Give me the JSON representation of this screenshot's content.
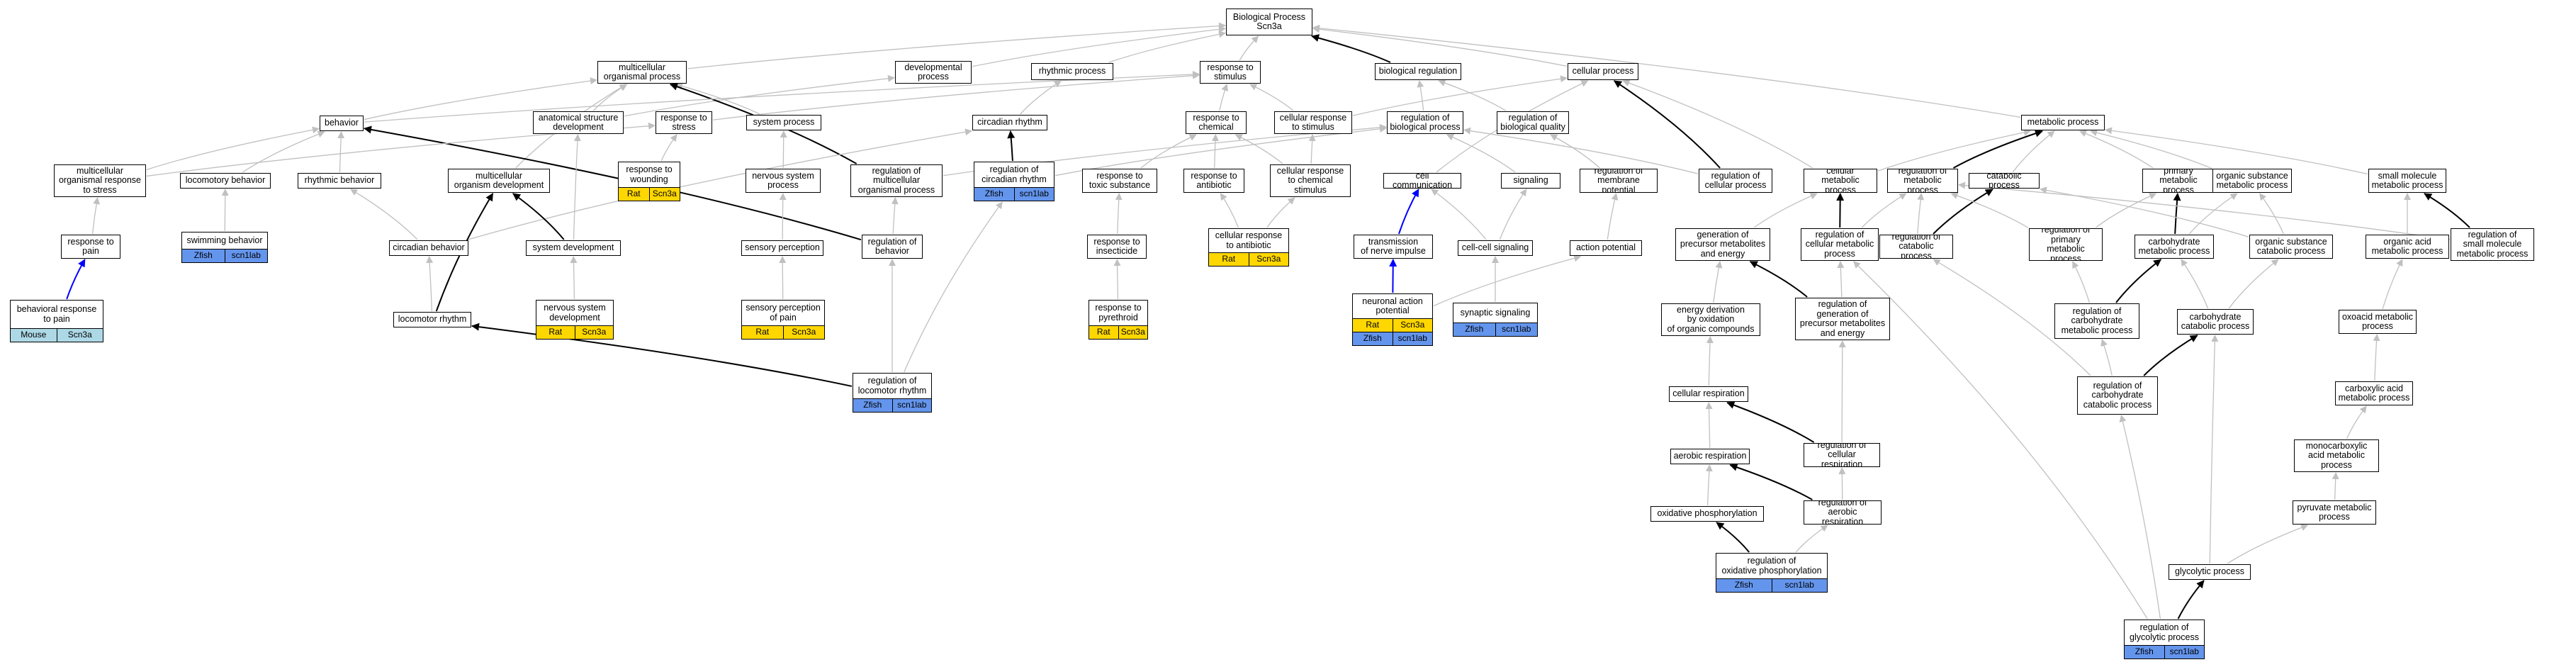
{
  "colors": {
    "edge_gray": "#c0c0c0",
    "edge_black": "#000000",
    "edge_blue": "#0000ff",
    "rat": "#ffd700",
    "zfish": "#6495ed",
    "mouse": "#add8e6"
  },
  "nodes": [
    {
      "id": "bp",
      "label": "Biological Process\nScn3a"
    },
    {
      "id": "mop",
      "label": "multicellular\norganismal process"
    },
    {
      "id": "dev",
      "label": "developmental\nprocess"
    },
    {
      "id": "rhy",
      "label": "rhythmic process"
    },
    {
      "id": "rts",
      "label": "response to\nstimulus"
    },
    {
      "id": "breg",
      "label": "biological regulation"
    },
    {
      "id": "cp",
      "label": "cellular process"
    },
    {
      "id": "beh",
      "label": "behavior"
    },
    {
      "id": "asd",
      "label": "anatomical structure\ndevelopment"
    },
    {
      "id": "rtstress",
      "label": "response to\nstress"
    },
    {
      "id": "sysp",
      "label": "system process"
    },
    {
      "id": "circ",
      "label": "circadian rhythm"
    },
    {
      "id": "rtc",
      "label": "response to\nchemical"
    },
    {
      "id": "crts",
      "label": "cellular response\nto stimulus"
    },
    {
      "id": "robp",
      "label": "regulation of\nbiological process"
    },
    {
      "id": "robq",
      "label": "regulation of\nbiological quality"
    },
    {
      "id": "metp",
      "label": "metabolic process"
    },
    {
      "id": "morts",
      "label": "multicellular\norganismal response\nto stress"
    },
    {
      "id": "lb",
      "label": "locomotory behavior"
    },
    {
      "id": "rb",
      "label": "rhythmic behavior"
    },
    {
      "id": "mod",
      "label": "multicellular\norganism development"
    },
    {
      "id": "rtw",
      "label": "response to\nwounding",
      "sp": "Rat",
      "gene": "Scn3a"
    },
    {
      "id": "nsp",
      "label": "nervous system\nprocess"
    },
    {
      "id": "romop",
      "label": "regulation of\nmulticellular\norganismal process"
    },
    {
      "id": "rocr",
      "label": "regulation of\ncircadian rhythm",
      "sp": "Zfish",
      "gene": "scn1lab"
    },
    {
      "id": "rtts",
      "label": "response to\ntoxic substance"
    },
    {
      "id": "rta",
      "label": "response to\nantibiotic"
    },
    {
      "id": "crtcs",
      "label": "cellular response\nto chemical\nstimulus"
    },
    {
      "id": "cc",
      "label": "cell communication"
    },
    {
      "id": "sig",
      "label": "signaling"
    },
    {
      "id": "romp",
      "label": "regulation of\nmembrane potential"
    },
    {
      "id": "rocp",
      "label": "regulation of\ncellular process"
    },
    {
      "id": "cmp",
      "label": "cellular metabolic\nprocess"
    },
    {
      "id": "rometp",
      "label": "regulation of\nmetabolic process"
    },
    {
      "id": "catp",
      "label": "catabolic process"
    },
    {
      "id": "pmp",
      "label": "primary metabolic\nprocess"
    },
    {
      "id": "osmp",
      "label": "organic substance\nmetabolic process"
    },
    {
      "id": "smmp",
      "label": "small molecule\nmetabolic process"
    },
    {
      "id": "rtp",
      "label": "response to\npain"
    },
    {
      "id": "swim",
      "label": "swimming behavior",
      "sp": "Zfish",
      "gene": "scn1lab"
    },
    {
      "id": "cb",
      "label": "circadian behavior"
    },
    {
      "id": "sysdev",
      "label": "system development"
    },
    {
      "id": "sp",
      "label": "sensory perception"
    },
    {
      "id": "rob",
      "label": "regulation of\nbehavior"
    },
    {
      "id": "rti",
      "label": "response to\ninsecticide"
    },
    {
      "id": "crta",
      "label": "cellular response\nto antibiotic",
      "sp": "Rat",
      "gene": "Scn3a"
    },
    {
      "id": "tni",
      "label": "transmission\nof nerve impulse"
    },
    {
      "id": "ccs",
      "label": "cell-cell signaling"
    },
    {
      "id": "ap",
      "label": "action potential"
    },
    {
      "id": "gpme",
      "label": "generation of\nprecursor metabolites\nand energy"
    },
    {
      "id": "rocmp",
      "label": "regulation of\ncellular metabolic\nprocess"
    },
    {
      "id": "rocatp",
      "label": "regulation of\ncatabolic process"
    },
    {
      "id": "ropmp",
      "label": "regulation of\nprimary metabolic\nprocess"
    },
    {
      "id": "chmp",
      "label": "carbohydrate\nmetabolic process"
    },
    {
      "id": "oscp",
      "label": "organic substance\ncatabolic process"
    },
    {
      "id": "oamp",
      "label": "organic acid\nmetabolic process"
    },
    {
      "id": "rosmmp",
      "label": "regulation of\nsmall molecule\nmetabolic process"
    },
    {
      "id": "brtp",
      "label": "behavioral response\nto pain",
      "sp": "Mouse",
      "gene": "Scn3a"
    },
    {
      "id": "nsd",
      "label": "nervous system\ndevelopment",
      "sp": "Rat",
      "gene": "Scn3a"
    },
    {
      "id": "spop",
      "label": "sensory perception\nof pain",
      "sp": "Rat",
      "gene": "Scn3a"
    },
    {
      "id": "rtpy",
      "label": "response to\npyrethroid",
      "sp": "Rat",
      "gene": "Scn3a"
    },
    {
      "id": "nap",
      "label": "neuronal action\npotential",
      "sp": "Rat",
      "gene": "Scn3a",
      "sp2": "Zfish",
      "gene2": "scn1lab"
    },
    {
      "id": "ss",
      "label": "synaptic signaling",
      "sp": "Zfish",
      "gene": "scn1lab"
    },
    {
      "id": "edoc",
      "label": "energy derivation\nby oxidation\nof organic compounds"
    },
    {
      "id": "rogpme",
      "label": "regulation of\ngeneration of\nprecursor metabolites\nand energy"
    },
    {
      "id": "rochmp",
      "label": "regulation of\ncarbohydrate\nmetabolic process"
    },
    {
      "id": "chcp",
      "label": "carbohydrate\ncatabolic process"
    },
    {
      "id": "oxmp",
      "label": "oxoacid metabolic\nprocess"
    },
    {
      "id": "lr",
      "label": "locomotor rhythm"
    },
    {
      "id": "rolr",
      "label": "regulation of\nlocomotor rhythm",
      "sp": "Zfish",
      "gene": "scn1lab"
    },
    {
      "id": "cr",
      "label": "cellular respiration"
    },
    {
      "id": "rochcp",
      "label": "regulation of\ncarbohydrate\ncatabolic process"
    },
    {
      "id": "cxmp",
      "label": "carboxylic acid\nmetabolic process"
    },
    {
      "id": "ar",
      "label": "aerobic respiration"
    },
    {
      "id": "rocr2",
      "label": "regulation of\ncellular respiration"
    },
    {
      "id": "mcmp",
      "label": "monocarboxylic\nacid metabolic\nprocess"
    },
    {
      "id": "op",
      "label": "oxidative phosphorylation"
    },
    {
      "id": "roar",
      "label": "regulation of\naerobic respiration"
    },
    {
      "id": "pyr",
      "label": "pyruvate metabolic\nprocess"
    },
    {
      "id": "roop",
      "label": "regulation of\noxidative phosphorylation",
      "sp": "Zfish",
      "gene": "scn1lab"
    },
    {
      "id": "glyc",
      "label": "glycolytic process"
    },
    {
      "id": "rogp",
      "label": "regulation of\nglycolytic process",
      "sp": "Zfish",
      "gene": "scn1lab"
    }
  ],
  "edges": [
    [
      "mop",
      "bp",
      "g"
    ],
    [
      "dev",
      "bp",
      "g"
    ],
    [
      "rhy",
      "bp",
      "g"
    ],
    [
      "rts",
      "bp",
      "g"
    ],
    [
      "breg",
      "bp",
      "b"
    ],
    [
      "cp",
      "bp",
      "g"
    ],
    [
      "metp",
      "bp",
      "g"
    ],
    [
      "beh",
      "mop",
      "g"
    ],
    [
      "asd",
      "mop",
      "g"
    ],
    [
      "asd",
      "dev",
      "g"
    ],
    [
      "sysp",
      "mop",
      "g"
    ],
    [
      "romop",
      "mop",
      "b"
    ],
    [
      "mod",
      "mop",
      "g"
    ],
    [
      "beh",
      "rts",
      "g"
    ],
    [
      "rtstress",
      "rts",
      "g"
    ],
    [
      "rtc",
      "rts",
      "g"
    ],
    [
      "crts",
      "rts",
      "g"
    ],
    [
      "crts",
      "cp",
      "g"
    ],
    [
      "circ",
      "rhy",
      "g"
    ],
    [
      "robp",
      "breg",
      "g"
    ],
    [
      "robq",
      "breg",
      "g"
    ],
    [
      "cc",
      "cp",
      "g"
    ],
    [
      "rocp",
      "cp",
      "b"
    ],
    [
      "cmp",
      "cp",
      "g"
    ],
    [
      "morts",
      "beh",
      "g"
    ],
    [
      "lb",
      "beh",
      "g"
    ],
    [
      "rb",
      "beh",
      "g"
    ],
    [
      "rob",
      "beh",
      "b"
    ],
    [
      "morts",
      "rtstress",
      "g"
    ],
    [
      "rtw",
      "rtstress",
      "g"
    ],
    [
      "nsp",
      "sysp",
      "g"
    ],
    [
      "rocr",
      "circ",
      "b"
    ],
    [
      "cb",
      "circ",
      "g"
    ],
    [
      "cb",
      "rb",
      "g"
    ],
    [
      "romop",
      "robp",
      "g"
    ],
    [
      "rocr",
      "robp",
      "g"
    ],
    [
      "rtts",
      "rtc",
      "g"
    ],
    [
      "rta",
      "rtc",
      "g"
    ],
    [
      "crtcs",
      "rtc",
      "g"
    ],
    [
      "crtcs",
      "crts",
      "g"
    ],
    [
      "sig",
      "robp",
      "g"
    ],
    [
      "romp",
      "robq",
      "g"
    ],
    [
      "rocp",
      "robp",
      "g"
    ],
    [
      "cmp",
      "metp",
      "g"
    ],
    [
      "rometp",
      "metp",
      "b"
    ],
    [
      "catp",
      "metp",
      "g"
    ],
    [
      "pmp",
      "metp",
      "g"
    ],
    [
      "osmp",
      "metp",
      "g"
    ],
    [
      "smmp",
      "metp",
      "g"
    ],
    [
      "rtp",
      "morts",
      "g"
    ],
    [
      "swim",
      "lb",
      "g"
    ],
    [
      "sysdev",
      "asd",
      "g"
    ],
    [
      "sysdev",
      "mod",
      "b"
    ],
    [
      "sp",
      "nsp",
      "g"
    ],
    [
      "rob",
      "romop",
      "g"
    ],
    [
      "rti",
      "rtts",
      "g"
    ],
    [
      "crta",
      "rta",
      "g"
    ],
    [
      "crta",
      "crtcs",
      "g"
    ],
    [
      "tni",
      "cc",
      "u"
    ],
    [
      "ccs",
      "cc",
      "g"
    ],
    [
      "ccs",
      "sig",
      "g"
    ],
    [
      "ap",
      "romp",
      "g"
    ],
    [
      "gpme",
      "cmp",
      "g"
    ],
    [
      "rocmp",
      "cmp",
      "b"
    ],
    [
      "rocmp",
      "rometp",
      "g"
    ],
    [
      "rocatp",
      "rometp",
      "g"
    ],
    [
      "rocatp",
      "catp",
      "b"
    ],
    [
      "ropmp",
      "rometp",
      "g"
    ],
    [
      "ropmp",
      "pmp",
      "g"
    ],
    [
      "chmp",
      "pmp",
      "b"
    ],
    [
      "chmp",
      "osmp",
      "g"
    ],
    [
      "oscp",
      "osmp",
      "g"
    ],
    [
      "oscp",
      "catp",
      "g"
    ],
    [
      "oamp",
      "smmp",
      "g"
    ],
    [
      "rosmmp",
      "smmp",
      "b"
    ],
    [
      "rosmmp",
      "rometp",
      "g"
    ],
    [
      "brtp",
      "rtp",
      "u"
    ],
    [
      "nsd",
      "sysdev",
      "g"
    ],
    [
      "spop",
      "sp",
      "g"
    ],
    [
      "rtpy",
      "rti",
      "g"
    ],
    [
      "nap",
      "tni",
      "u"
    ],
    [
      "ss",
      "ccs",
      "g"
    ],
    [
      "nap",
      "ap",
      "g"
    ],
    [
      "edoc",
      "gpme",
      "g"
    ],
    [
      "rogpme",
      "gpme",
      "b"
    ],
    [
      "rogpme",
      "rocmp",
      "g"
    ],
    [
      "rochmp",
      "chmp",
      "b"
    ],
    [
      "rochmp",
      "ropmp",
      "g"
    ],
    [
      "chcp",
      "chmp",
      "g"
    ],
    [
      "chcp",
      "oscp",
      "g"
    ],
    [
      "oxmp",
      "oamp",
      "g"
    ],
    [
      "lr",
      "cb",
      "g"
    ],
    [
      "lr",
      "mod",
      "b"
    ],
    [
      "rolr",
      "lr",
      "b"
    ],
    [
      "rolr",
      "rob",
      "g"
    ],
    [
      "rolr",
      "rocr",
      "g"
    ],
    [
      "cr",
      "edoc",
      "g"
    ],
    [
      "rocr2",
      "cr",
      "b"
    ],
    [
      "rocr2",
      "rogpme",
      "g"
    ],
    [
      "rochcp",
      "chcp",
      "b"
    ],
    [
      "rochcp",
      "rocatp",
      "g"
    ],
    [
      "rochcp",
      "rochmp",
      "g"
    ],
    [
      "cxmp",
      "oxmp",
      "g"
    ],
    [
      "ar",
      "cr",
      "g"
    ],
    [
      "roar",
      "ar",
      "b"
    ],
    [
      "roar",
      "rocr2",
      "g"
    ],
    [
      "mcmp",
      "cxmp",
      "g"
    ],
    [
      "op",
      "ar",
      "g"
    ],
    [
      "roop",
      "op",
      "b"
    ],
    [
      "roop",
      "roar",
      "g"
    ],
    [
      "pyr",
      "mcmp",
      "g"
    ],
    [
      "rogp",
      "glyc",
      "b"
    ],
    [
      "rogp",
      "rochcp",
      "g"
    ],
    [
      "rogp",
      "rocmp",
      "g"
    ],
    [
      "glyc",
      "pyr",
      "g"
    ],
    [
      "glyc",
      "chcp",
      "g"
    ]
  ]
}
